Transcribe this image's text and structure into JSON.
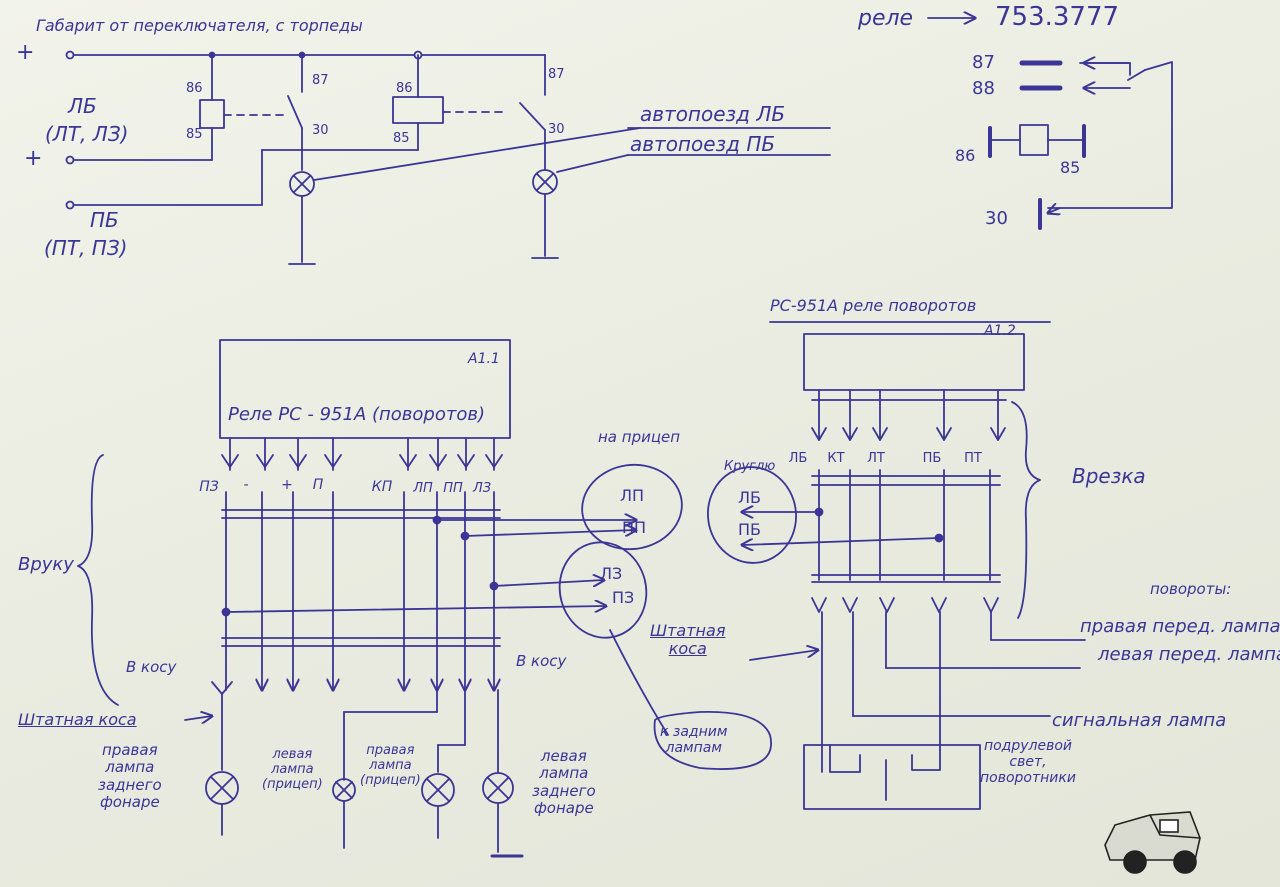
{
  "header": {
    "note": "Габарит от переключателя, с торпеды",
    "relay_label": "реле",
    "relay_number": "753.3777"
  },
  "top_circuit": {
    "plus_top": "+",
    "plus_mid": "+",
    "lb": "ЛБ",
    "lb_sub": "(ЛТ, ЛЗ)",
    "pb": "ПБ",
    "pb_sub": "(ПТ, ПЗ)",
    "r1_86": "86",
    "r1_85": "85",
    "r1_87": "87",
    "r1_30": "30",
    "r2_86": "86",
    "r2_85": "85",
    "r2_87": "87",
    "r2_30": "30",
    "autotrain_lb": "автопоезд ЛБ",
    "autotrain_pb": "автопоезд ПБ"
  },
  "relay_pinout": {
    "pin87": "87",
    "pin88": "88",
    "pin86": "86",
    "pin85": "85",
    "pin30": "30"
  },
  "block_a11": {
    "id": "А1.1",
    "title": "Реле РС - 951А (поворотов)",
    "pins": [
      "ПЗ",
      "-",
      "+",
      "П",
      "КП",
      "ЛП",
      "ПП",
      "ЛЗ"
    ],
    "vruku": "Вруку",
    "vkosu_left": "В косу",
    "vkosu_right": "В косу",
    "shtatnaya_left": "Штатная коса",
    "trailer": "на прицеп",
    "trailer_lp": "ЛП",
    "trailer_pp": "ПП",
    "lz": "ЛЗ",
    "pz": "ПЗ",
    "shtatnaya_mid": "Штатная\nкоса",
    "k_zadnim": "к задним\nлампам",
    "lamp_right_rear": "правая\nлампа\nзаднего\nфонаре",
    "lamp_left_trailer": "левая\nлампа\n(прицеп)",
    "lamp_right_trailer": "правая\nлампа\n(прицеп)",
    "lamp_left_rear": "левая\nлампа\nзаднего\nфонаре"
  },
  "block_a12": {
    "header": "РС-951А реле поворотов",
    "id": "А1.2",
    "pins": [
      "ЛБ",
      "КТ",
      "ЛТ",
      "ПБ",
      "ПТ"
    ],
    "kruglyu": "Круглю",
    "lb": "ЛБ",
    "pb": "ПБ",
    "vrezka": "Врезка",
    "povoroty": "повороты:",
    "right_front": "правая перед. лампа",
    "left_front": "левая перед. лампа",
    "signal_lamp": "сигнальная лампа",
    "podrulevoy": "подрулевой\nсвет,\nповоротники"
  },
  "colors": {
    "ink": "#3b3596",
    "paper": "#eceee3"
  },
  "icons": [
    "lamp-icon",
    "relay-coil-icon",
    "ground-icon",
    "truck-logo-icon"
  ]
}
